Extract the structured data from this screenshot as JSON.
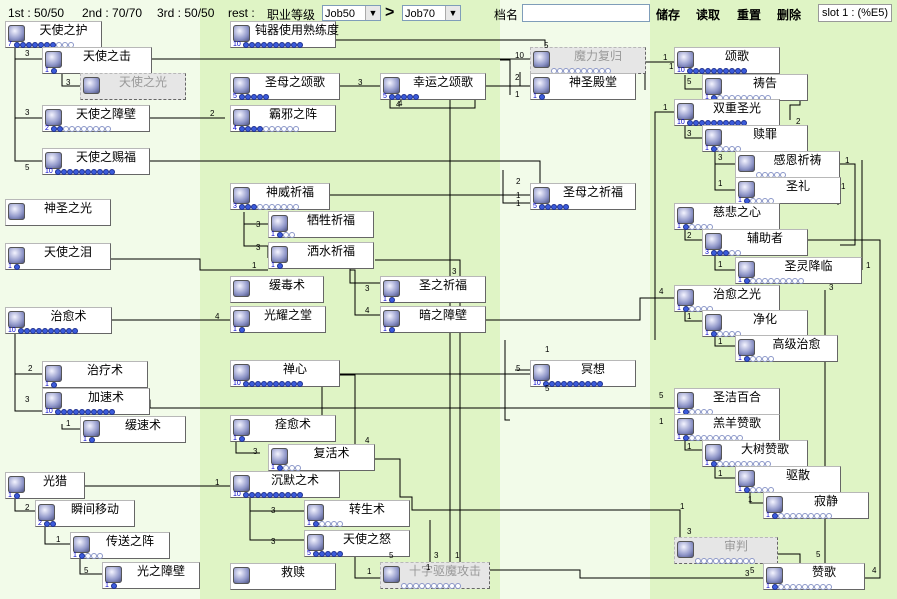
{
  "topbar": {
    "first": "1st : 50/50",
    "second": "2nd : 70/70",
    "third": "3rd : 50/50",
    "rest": "rest :",
    "job_level_label": "职业等级",
    "job_from": "Job50",
    "gt": ">",
    "job_to": "Job70",
    "save_name_label": "档名",
    "save_name_value": "",
    "save_label": "储存",
    "load_label": "读取",
    "reset_label": "重置",
    "delete_label": "删除",
    "slot_label": "slot 1 : (%E5)"
  },
  "colors": {
    "column_bg": "#ddf3c2",
    "skill_border": "#666666",
    "level_text": "#0000cc",
    "pip_on": "#3b5bdb",
    "line": "#000000"
  },
  "skills": [
    {
      "name": "天使之护",
      "lv": "7",
      "max": 10,
      "on": 7,
      "icon": "angel-icon"
    },
    {
      "name": "天使之击",
      "lv": "1",
      "max": 1,
      "on": 1,
      "icon": "hammer-icon"
    },
    {
      "name": "天使之光",
      "lv": "",
      "max": 0,
      "on": 0,
      "icon": "light-icon"
    },
    {
      "name": "天使之障壁",
      "lv": "2",
      "max": 10,
      "on": 2,
      "icon": "wall-icon"
    },
    {
      "name": "天使之赐福",
      "lv": "10",
      "max": 10,
      "on": 10,
      "icon": "blessing-icon"
    },
    {
      "name": "神圣之光",
      "lv": "",
      "max": 0,
      "on": 0,
      "icon": "holy-light-icon"
    },
    {
      "name": "天使之泪",
      "lv": "1",
      "max": 1,
      "on": 1,
      "icon": "tear-icon"
    },
    {
      "name": "治愈术",
      "lv": "10",
      "max": 10,
      "on": 10,
      "icon": "heal-icon"
    },
    {
      "name": "治疗术",
      "lv": "1",
      "max": 1,
      "on": 1,
      "icon": "cure-icon"
    },
    {
      "name": "加速术",
      "lv": "10",
      "max": 10,
      "on": 10,
      "icon": "agi-up-icon"
    },
    {
      "name": "缓速术",
      "lv": "1",
      "max": 1,
      "on": 1,
      "icon": "agi-down-icon"
    },
    {
      "name": "光猎",
      "lv": "1",
      "max": 1,
      "on": 1,
      "icon": "ruwach-icon"
    },
    {
      "name": "瞬间移动",
      "lv": "2",
      "max": 2,
      "on": 2,
      "icon": "teleport-icon"
    },
    {
      "name": "传送之阵",
      "lv": "1",
      "max": 4,
      "on": 1,
      "icon": "warp-icon"
    },
    {
      "name": "光之障壁",
      "lv": "1",
      "max": 1,
      "on": 1,
      "icon": "pneuma-icon"
    },
    {
      "name": "钝器使用熟练度",
      "lv": "10",
      "max": 10,
      "on": 10,
      "icon": "mace-icon"
    },
    {
      "name": "圣母之颂歌",
      "lv": "5",
      "max": 5,
      "on": 5,
      "icon": "magnificat-icon"
    },
    {
      "name": "霸邪之阵",
      "lv": "4",
      "max": 10,
      "on": 4,
      "icon": "demon-bane-icon"
    },
    {
      "name": "神威祈福",
      "lv": "3",
      "max": 10,
      "on": 3,
      "icon": "signum-icon"
    },
    {
      "name": "牺牲祈福",
      "lv": "1",
      "max": 3,
      "on": 1,
      "icon": "sacrifice-icon"
    },
    {
      "name": "洒水祈福",
      "lv": "1",
      "max": 1,
      "on": 1,
      "icon": "aqua-icon"
    },
    {
      "name": "缓毒术",
      "lv": "",
      "max": 0,
      "on": 0,
      "icon": "slow-poison-icon"
    },
    {
      "name": "光耀之堂",
      "lv": "1",
      "max": 1,
      "on": 1,
      "icon": "sanctuary-icon"
    },
    {
      "name": "禅心",
      "lv": "10",
      "max": 10,
      "on": 10,
      "icon": "mind-icon"
    },
    {
      "name": "痊愈术",
      "lv": "1",
      "max": 1,
      "on": 1,
      "icon": "recovery-icon"
    },
    {
      "name": "复活术",
      "lv": "1",
      "max": 4,
      "on": 1,
      "icon": "resurrection-icon"
    },
    {
      "name": "沉默之术",
      "lv": "10",
      "max": 10,
      "on": 10,
      "icon": "lex-divina-icon"
    },
    {
      "name": "转生术",
      "lv": "1",
      "max": 5,
      "on": 1,
      "icon": "turn-undead-icon"
    },
    {
      "name": "天使之怒",
      "lv": "5",
      "max": 5,
      "on": 5,
      "icon": "lex-aeterna-icon"
    },
    {
      "name": "救赎",
      "lv": "",
      "max": 0,
      "on": 0,
      "icon": "redemptio-icon"
    },
    {
      "name": "幸运之颂歌",
      "lv": "5",
      "max": 5,
      "on": 5,
      "icon": "gloria-icon"
    },
    {
      "name": "魔力复归",
      "lv": "",
      "max": 10,
      "on": 0,
      "icon": "magnus-icon"
    },
    {
      "name": "神圣殿堂",
      "lv": "1",
      "max": 1,
      "on": 1,
      "icon": "holy-temple-icon"
    },
    {
      "name": "圣母之祈福",
      "lv": "5",
      "max": 5,
      "on": 5,
      "icon": "kyrie-icon"
    },
    {
      "name": "圣之祈福",
      "lv": "1",
      "max": 1,
      "on": 1,
      "icon": "impositio-icon"
    },
    {
      "name": "暗之障壁",
      "lv": "1",
      "max": 1,
      "on": 1,
      "icon": "safety-wall-icon"
    },
    {
      "name": "冥想",
      "lv": "10",
      "max": 10,
      "on": 10,
      "icon": "meditatio-icon"
    },
    {
      "name": "十字驱魔攻击",
      "lv": "",
      "max": 10,
      "on": 0,
      "icon": "cross-icon"
    },
    {
      "name": "颂歌",
      "lv": "10",
      "max": 10,
      "on": 10,
      "icon": "chant-icon"
    },
    {
      "name": "祷告",
      "lv": "1",
      "max": 10,
      "on": 1,
      "icon": "pray-icon"
    },
    {
      "name": "双重圣光",
      "lv": "10",
      "max": 10,
      "on": 10,
      "icon": "duple-light-icon"
    },
    {
      "name": "赎罪",
      "lv": "1",
      "max": 5,
      "on": 1,
      "icon": "expiatio-icon"
    },
    {
      "name": "感恩祈祷",
      "lv": "",
      "max": 5,
      "on": 0,
      "icon": "thanks-icon"
    },
    {
      "name": "圣礼",
      "lv": "1",
      "max": 5,
      "on": 1,
      "icon": "sacrament-icon"
    },
    {
      "name": "慈悲之心",
      "lv": "1",
      "max": 5,
      "on": 1,
      "icon": "mercy-icon"
    },
    {
      "name": "辅助者",
      "lv": "3",
      "max": 5,
      "on": 3,
      "icon": "renovatio-icon"
    },
    {
      "name": "圣灵降临",
      "lv": "1",
      "max": 10,
      "on": 1,
      "icon": "epiclesis-icon"
    },
    {
      "name": "治愈之光",
      "lv": "1",
      "max": 5,
      "on": 1,
      "icon": "highness-heal-icon"
    },
    {
      "name": "净化",
      "lv": "1",
      "max": 5,
      "on": 1,
      "icon": "clearance-icon"
    },
    {
      "name": "高级治愈",
      "lv": "1",
      "max": 5,
      "on": 1,
      "icon": "coluceo-icon"
    },
    {
      "name": "圣洁百合",
      "lv": "1",
      "max": 5,
      "on": 1,
      "icon": "lilium-icon"
    },
    {
      "name": "羔羊赞歌",
      "lv": "1",
      "max": 10,
      "on": 1,
      "icon": "lauda-agnus-icon"
    },
    {
      "name": "大树赞歌",
      "lv": "1",
      "max": 10,
      "on": 1,
      "icon": "lauda-ramus-icon"
    },
    {
      "name": "驱散",
      "lv": "1",
      "max": 5,
      "on": 1,
      "icon": "oratio-icon"
    },
    {
      "name": "寂静",
      "lv": "1",
      "max": 10,
      "on": 1,
      "icon": "silentium-icon"
    },
    {
      "name": "审判",
      "lv": "",
      "max": 10,
      "on": 0,
      "icon": "judex-icon"
    },
    {
      "name": "赞歌",
      "lv": "1",
      "max": 10,
      "on": 1,
      "icon": "adoramus-icon"
    }
  ],
  "requirements": [
    "3",
    "3",
    "5",
    "2",
    "4",
    "3",
    "3",
    "2",
    "3",
    "3",
    "1",
    "2",
    "1",
    "3",
    "2",
    "1",
    "5",
    "4",
    "3",
    "4",
    "4",
    "3",
    "1",
    "1",
    "10",
    "4",
    "2",
    "1",
    "1",
    "3",
    "3",
    "5",
    "3",
    "1",
    "5",
    "1",
    "3",
    "1",
    "1",
    "5",
    "1",
    "3",
    "3",
    "1",
    "1",
    "1",
    "2",
    "1",
    "1",
    "4",
    "1",
    "1",
    "5",
    "1",
    "1",
    "1",
    "1",
    "3",
    "5",
    "4",
    "3",
    "5",
    "3",
    "2",
    "1",
    "5",
    "5",
    "1",
    "1"
  ]
}
